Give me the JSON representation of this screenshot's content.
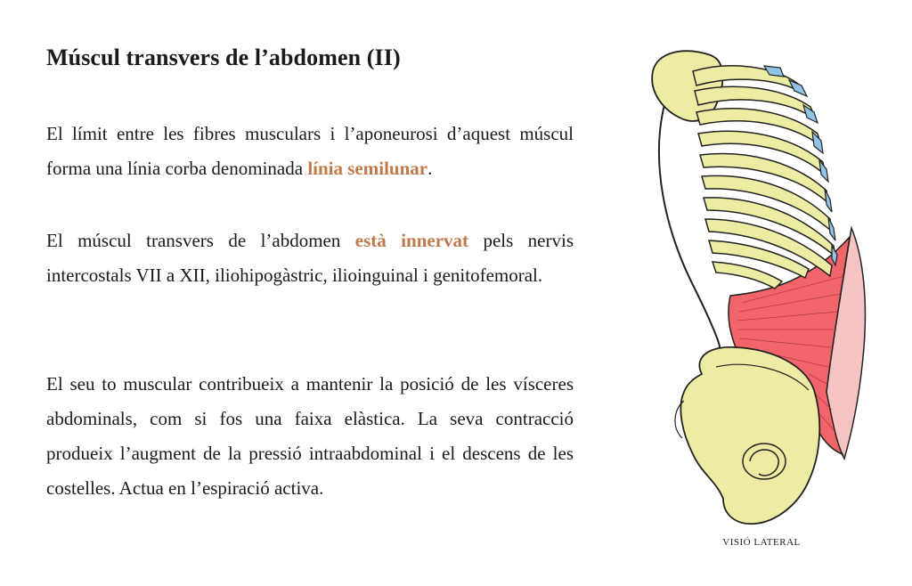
{
  "title": "Múscul transvers de l’abdomen (II)",
  "paragraph1": {
    "before": "El límit entre les fibres musculars i l’aponeurosi d’aquest múscul forma una línia corba denominada ",
    "highlight": "línia semilunar",
    "after": "."
  },
  "paragraph2": {
    "before": "El múscul transvers de l’abdomen ",
    "highlight": "està innervat",
    "after": " pels nervis intercostals VII a XII, iliohipogàstric, ilioinguinal i genitofemoral."
  },
  "paragraph3": {
    "text": "El seu to muscular contribueix a mantenir la posició de les vísceres abdominals, com si fos una faixa elàstica. La seva contracció produeix l’augment de la pressió intraabdominal i el descens de les costelles. Actua en l’espiració activa."
  },
  "figure": {
    "caption": "VISIÓ LATERAL"
  },
  "colors": {
    "highlight": "#c0794a",
    "bone": "#eeeba2",
    "cartilage": "#8fc3e8",
    "muscle": "#f0646a",
    "aponeurosis": "#f6c4c2"
  }
}
